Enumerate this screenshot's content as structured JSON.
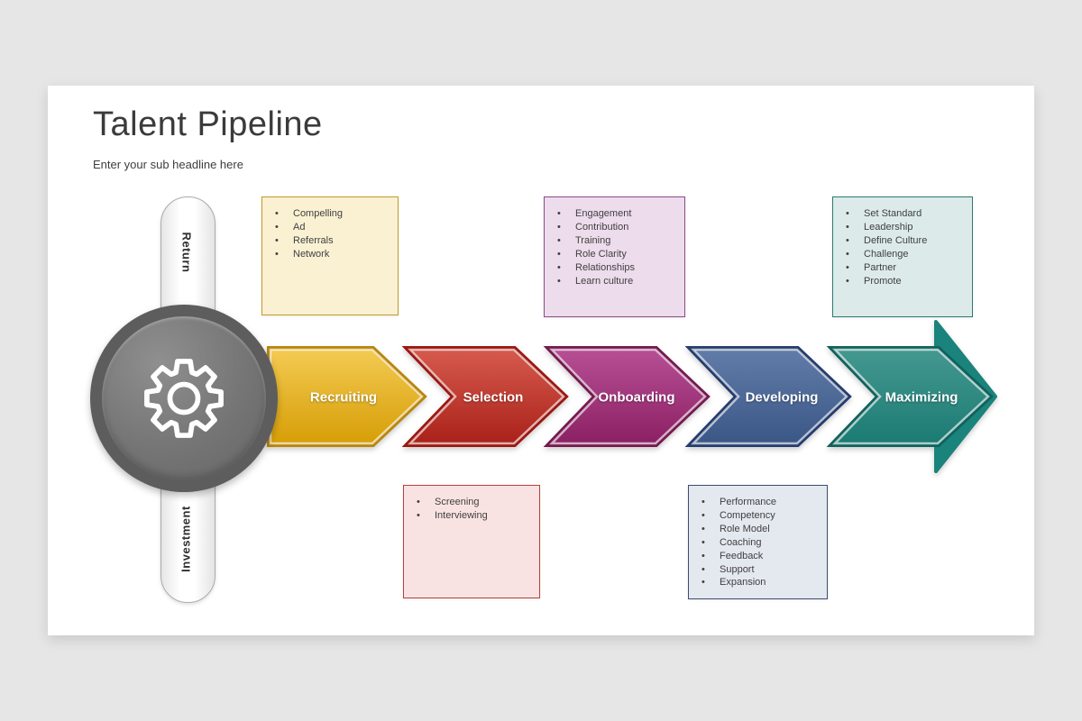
{
  "slide": {
    "title": "Talent Pipeline",
    "subtitle": "Enter your sub headline here"
  },
  "roi_axis": {
    "top_label": "Return",
    "bottom_label": "Investment"
  },
  "hub": {
    "icon": "gear-icon",
    "ring_color": "#5d5d5d",
    "fill_color": "#757575"
  },
  "stages": [
    {
      "label": "Recruiting",
      "arrow_color": "#e2a912",
      "notes_position": "top",
      "notes_box": {
        "bg": "#faf1d3",
        "border": "#c39b2b"
      },
      "notes": [
        "Compelling",
        "Ad",
        "Referrals",
        "Network"
      ]
    },
    {
      "label": "Selection",
      "arrow_color": "#c0392e",
      "notes_position": "bottom",
      "notes_box": {
        "bg": "#f9e3e2",
        "border": "#b5433a"
      },
      "notes": [
        "Screening",
        "Interviewing"
      ]
    },
    {
      "label": "Onboarding",
      "arrow_color": "#a1317c",
      "notes_position": "top",
      "notes_box": {
        "bg": "#eddcec",
        "border": "#8f4a8a"
      },
      "notes": [
        "Engagement",
        "Contribution",
        "Training",
        "Role Clarity",
        "Relationships",
        "Learn culture"
      ]
    },
    {
      "label": "Developing",
      "arrow_color": "#4b6699",
      "notes_position": "bottom",
      "notes_box": {
        "bg": "#e4e8ef",
        "border": "#3c4d6e"
      },
      "notes": [
        "Performance",
        "Competency",
        "Role Model",
        "Coaching",
        "Feedback",
        "Support",
        "Expansion"
      ]
    },
    {
      "label": "Maximizing",
      "arrow_color": "#2a8a82",
      "notes_position": "top",
      "notes_box": {
        "bg": "#dcebe9",
        "border": "#2c7a74"
      },
      "notes": [
        "Set Standard",
        "Leadership",
        "Define Culture",
        "Challenge",
        "Partner",
        "Promote"
      ]
    }
  ]
}
